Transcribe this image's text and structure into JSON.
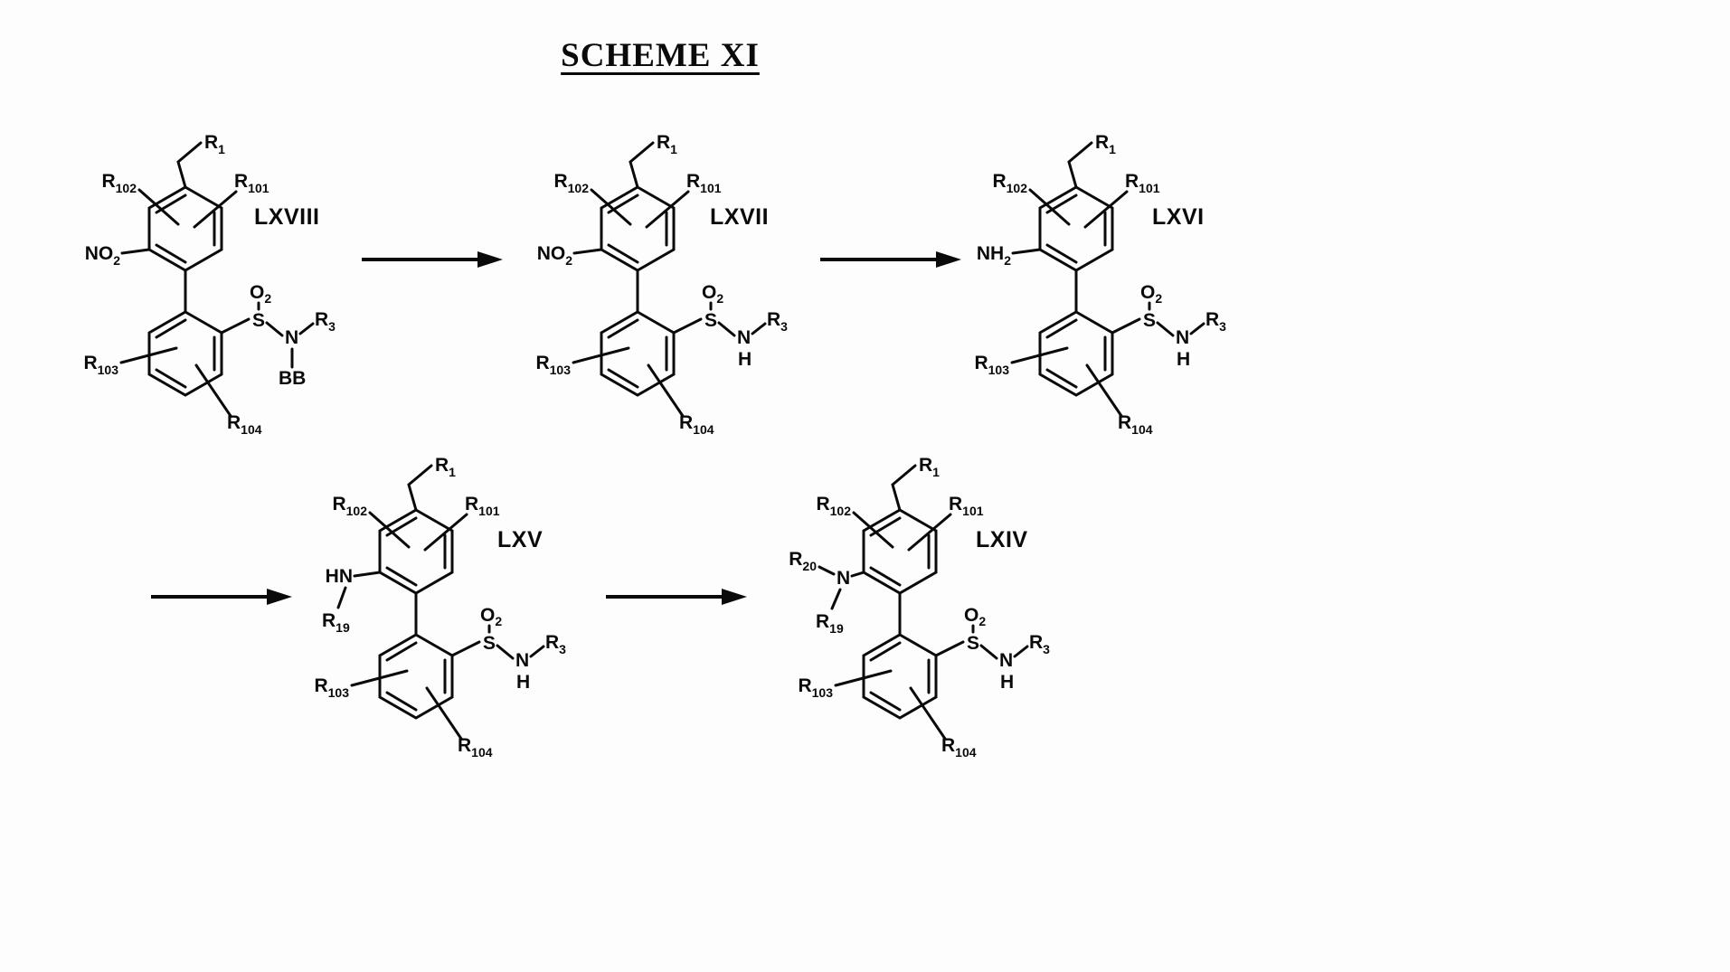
{
  "title": "SCHEME XI",
  "labels": {
    "r1": {
      "base": "R",
      "sub": "1"
    },
    "r101": {
      "base": "R",
      "sub": "101"
    },
    "r102": {
      "base": "R",
      "sub": "102"
    },
    "r103": {
      "base": "R",
      "sub": "103"
    },
    "r104": {
      "base": "R",
      "sub": "104"
    },
    "r3": {
      "base": "R",
      "sub": "3"
    },
    "o2": {
      "base": "O",
      "sub": "2"
    },
    "s": "S",
    "n": "N"
  },
  "molecules": [
    {
      "name": "LXVIII",
      "amine": {
        "base": "NO",
        "sub": "2"
      },
      "n_sub": "BB"
    },
    {
      "name": "LXVII",
      "amine": {
        "base": "NO",
        "sub": "2"
      },
      "n_sub": "H"
    },
    {
      "name": "LXVI",
      "amine": {
        "base": "NH",
        "sub": "2"
      },
      "n_sub": "H"
    },
    {
      "name": "LXV",
      "amine_hn": "HN",
      "amine_r19": {
        "base": "R",
        "sub": "19"
      },
      "n_sub": "H"
    },
    {
      "name": "LXIV",
      "amine_n": "N",
      "amine_r20": {
        "base": "R",
        "sub": "20"
      },
      "amine_r19": {
        "base": "R",
        "sub": "19"
      },
      "n_sub": "H"
    }
  ],
  "ink_color": "#0a0a0a",
  "background_color": "#fdfdfd"
}
